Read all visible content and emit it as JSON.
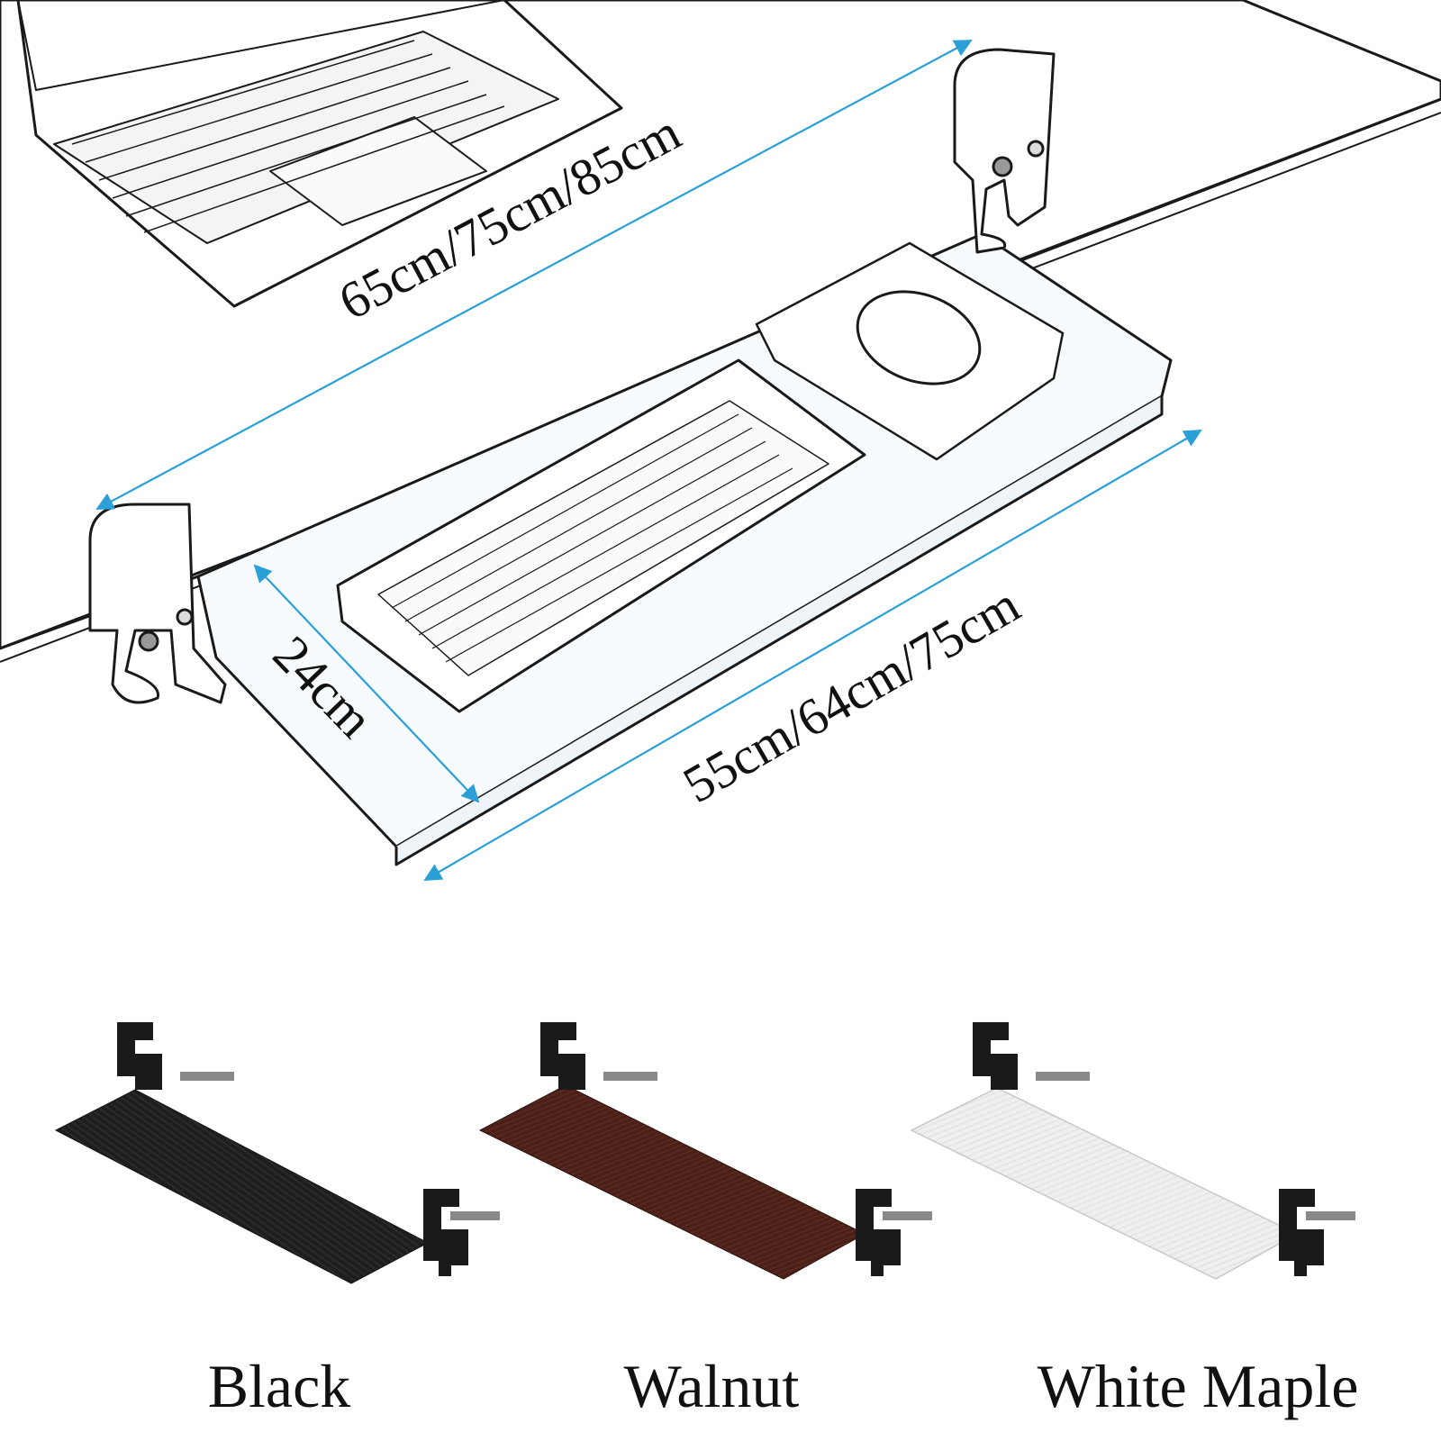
{
  "dimensions": {
    "tray_length": "65cm/75cm/85cm",
    "board_length": "55cm/64cm/75cm",
    "board_depth": "24cm"
  },
  "variants": [
    {
      "label": "Black",
      "color": "#1e1e1e"
    },
    {
      "label": "Walnut",
      "color": "#4a2018"
    },
    {
      "label": "White Maple",
      "color": "#efefef"
    }
  ],
  "colors": {
    "dimension_line": "#2b9fd8",
    "outline": "#1a1a1a"
  }
}
